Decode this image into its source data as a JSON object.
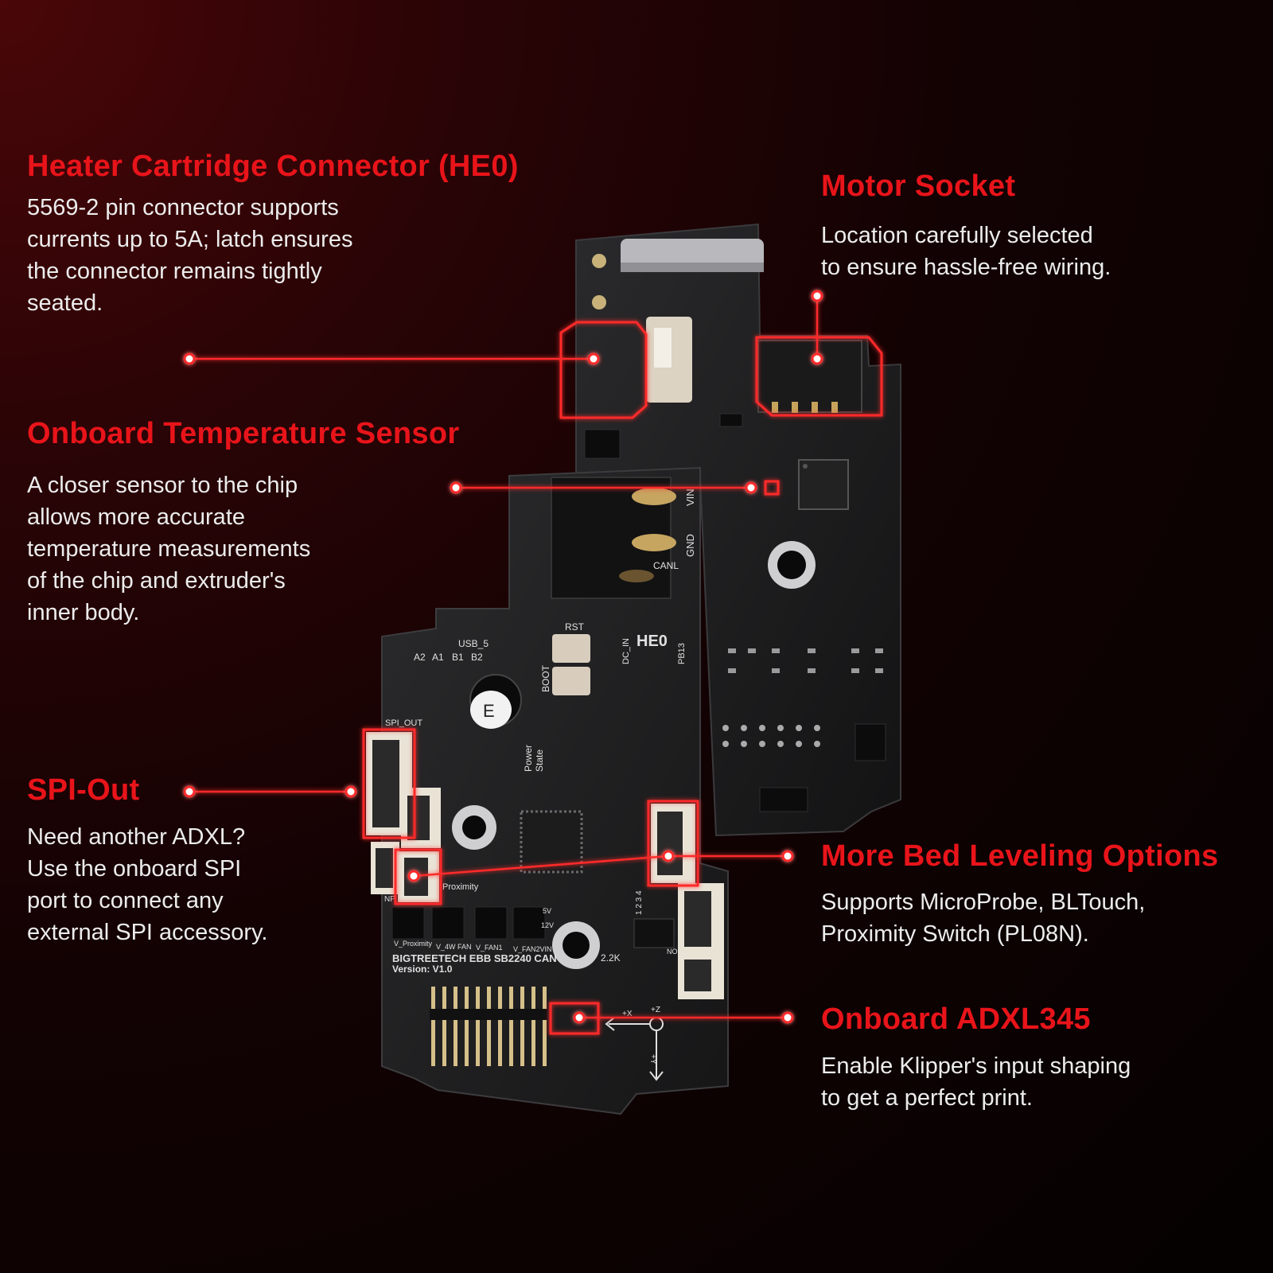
{
  "colors": {
    "accent": "#e8141a",
    "text": "#ececec",
    "background": "#0c0203"
  },
  "callouts": {
    "heater": {
      "title": "Heater Cartridge Connector (HE0)",
      "lines": [
        "5569-2 pin connector supports",
        "currents up to 5A;  latch ensures",
        "the connector remains tightly",
        "seated."
      ]
    },
    "motor": {
      "title": "Motor Socket",
      "lines": [
        "Location carefully selected",
        "to ensure hassle-free wiring."
      ]
    },
    "temp": {
      "title": "Onboard Temperature Sensor",
      "lines": [
        "A closer sensor to the chip",
        "allows more accurate",
        "temperature measurements",
        "of the chip and extruder's",
        "inner body."
      ]
    },
    "spi": {
      "title": "SPI-Out",
      "lines": [
        "Need another ADXL?",
        "Use the onboard SPI",
        "port to connect any",
        "external SPI accessory."
      ]
    },
    "bed": {
      "title": "More Bed Leveling Options",
      "lines": [
        "Supports MicroProbe, BLTouch,",
        "Proximity Switch (PL08N)."
      ]
    },
    "adxl": {
      "title": "Onboard ADXL345",
      "lines": [
        "Enable Klipper's input shaping",
        "to get a perfect print."
      ]
    }
  },
  "board": {
    "name": "BIGTREETECH EBB SB2240 CAN",
    "version": "Version: V1.0",
    "labels": {
      "usb": "USB_5",
      "a2": "A2",
      "a1": "A1",
      "b1": "B1",
      "b2": "B2",
      "rst": "RST",
      "boot": "BOOT",
      "he0": "HE0",
      "dc_in": "DC_IN",
      "pb13": "PB13",
      "vin": "VIN",
      "gnd": "GND",
      "canl": "CANL",
      "spi_out": "SPI_OUT",
      "power": "Power",
      "state": "State",
      "proximity": "Proximity",
      "v_proximity": "V_Proximity",
      "v_4w_fan": "V_4W FAN",
      "v_fan1": "V_FAN1",
      "v_fan2": "V_FAN2VIN",
      "v5": "5V",
      "v12": "12V",
      "r22k": "2.2K",
      "plus_x": "+X",
      "plus_z": "+Z",
      "plus_y": "+Y",
      "no": "NO",
      "np": "NP",
      "cap": "E",
      "dip": "1 2 3 4"
    }
  }
}
